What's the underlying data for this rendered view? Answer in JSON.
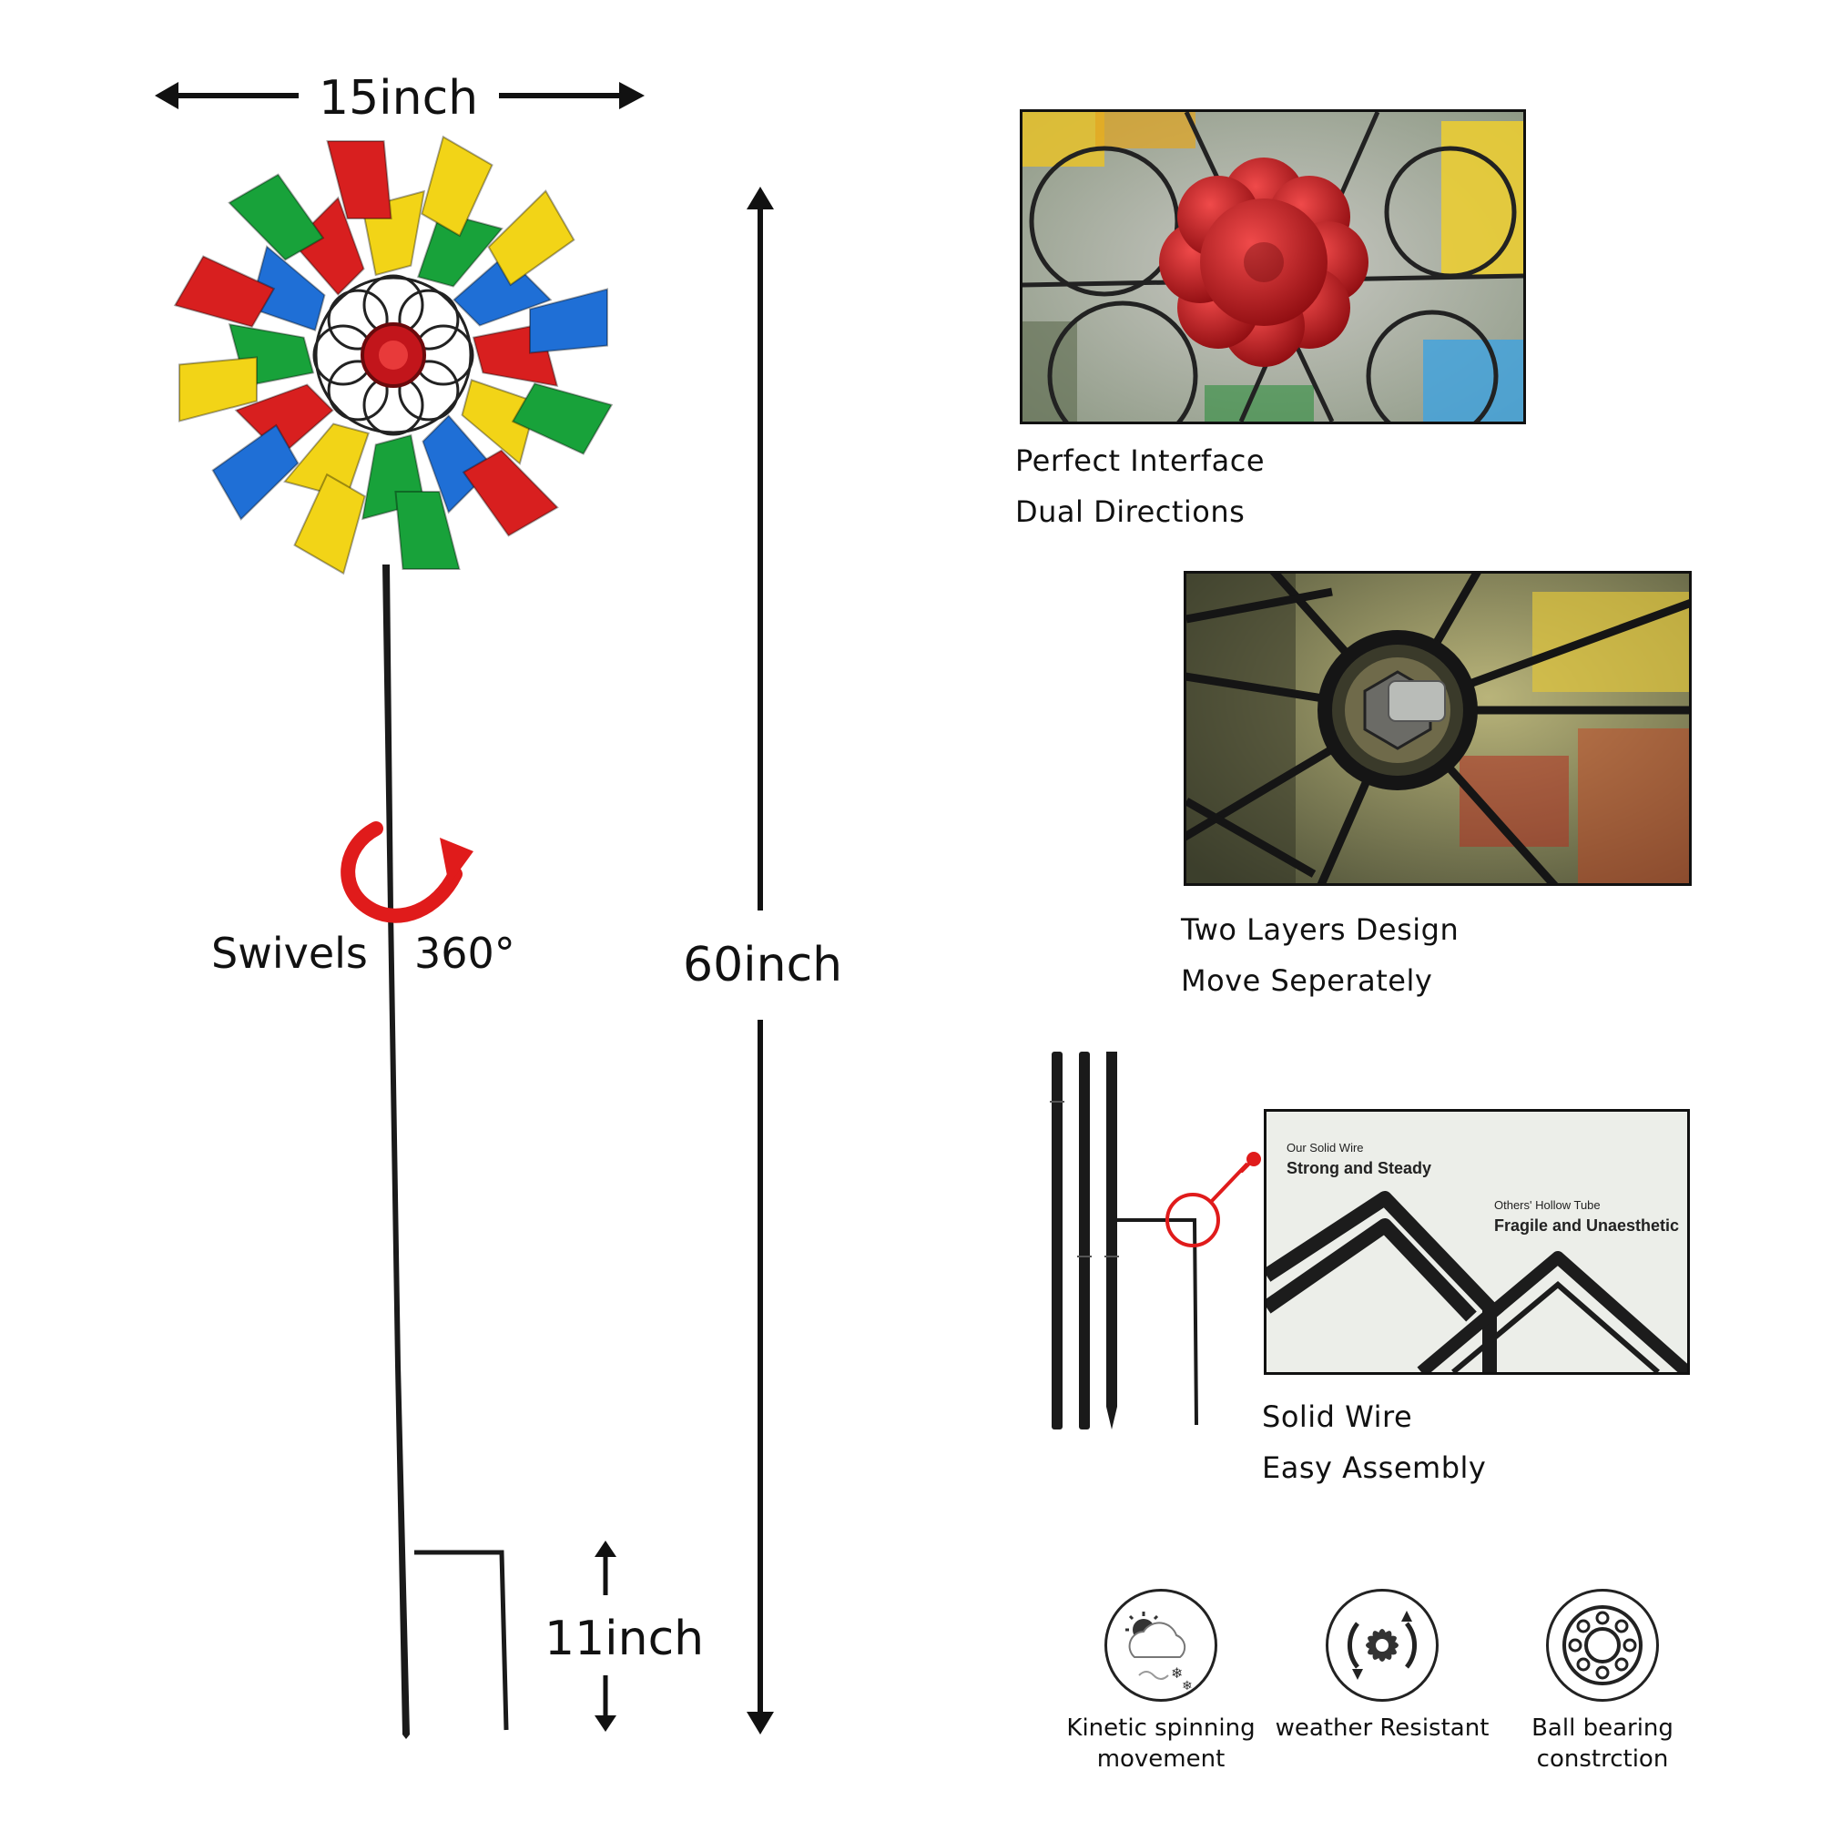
{
  "dimensions": {
    "width": "15inch",
    "height": "60inch",
    "stake": "11inch",
    "swivel_word": "Swivels",
    "swivel_degree": "360°"
  },
  "features": [
    {
      "line1": "Perfect Interface",
      "line2": "Dual Directions"
    },
    {
      "line1": "Two Layers Design",
      "line2": "Move Seperately"
    },
    {
      "line1": "Solid Wire",
      "line2": "Easy Assembly"
    }
  ],
  "wire_compare": {
    "ours_small": "Our Solid Wire",
    "ours_big": "Strong and Steady",
    "others_small": "Others' Hollow Tube",
    "others_big": "Fragile and Unaesthetic"
  },
  "icons": [
    {
      "name": "weather-cloud-icon",
      "line1": "Kinetic spinning",
      "line2": "movement"
    },
    {
      "name": "spinning-flower-icon",
      "line1": "weather Resistant",
      "line2": ""
    },
    {
      "name": "bearing-icon",
      "line1": "Ball bearing",
      "line2": "constrction"
    }
  ],
  "colors": {
    "red": "#d81f1f",
    "green": "#18a23a",
    "blue": "#1f6fd6",
    "yellow": "#f2d417",
    "arrow_red": "#e01b1b",
    "black": "#111111"
  }
}
